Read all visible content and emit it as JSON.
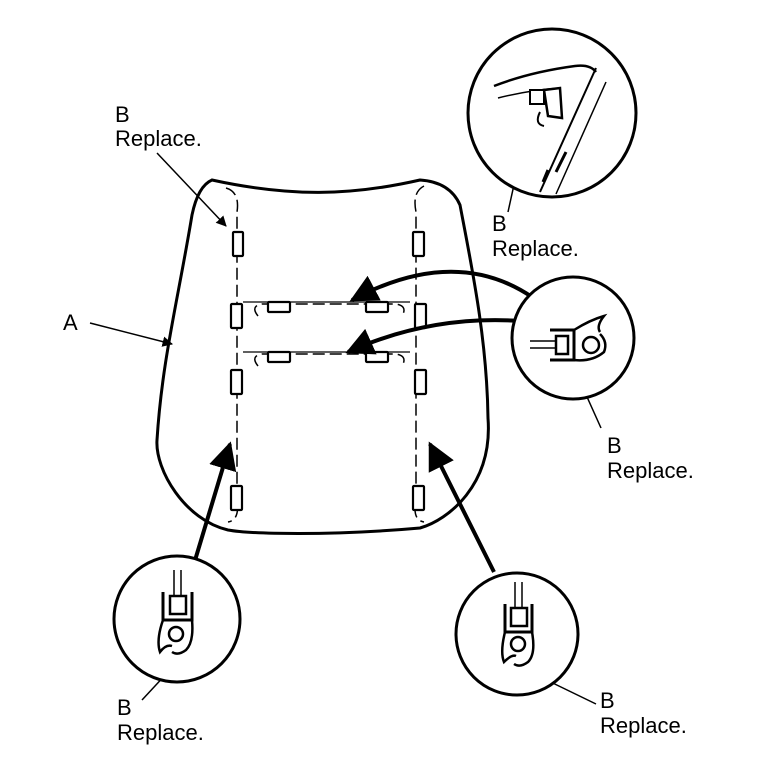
{
  "callouts": {
    "part_a": {
      "letter": "A"
    },
    "b_top_left": {
      "letter": "B",
      "note": "Replace."
    },
    "b_top_right": {
      "letter": "B",
      "note": "Replace."
    },
    "b_middle_right": {
      "letter": "B",
      "note": "Replace."
    },
    "b_bottom_left": {
      "letter": "B",
      "note": "Replace."
    },
    "b_bottom_right": {
      "letter": "B",
      "note": "Replace."
    }
  },
  "colors": {
    "line": "#000000",
    "background": "#ffffff"
  }
}
